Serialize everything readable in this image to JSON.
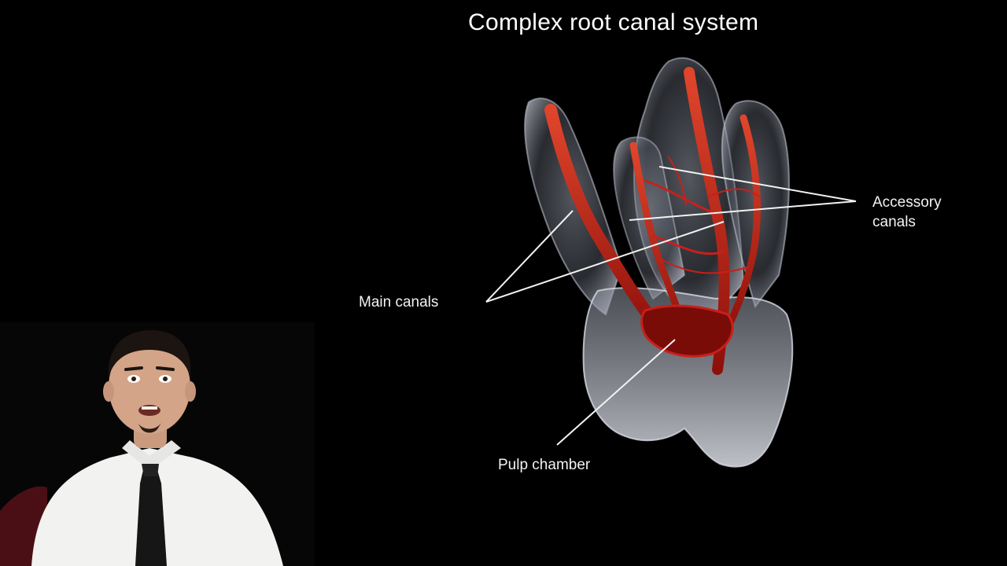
{
  "title": "Complex root canal system",
  "labels": {
    "main_canals": "Main canals",
    "accessory_canals_line1": "Accessory",
    "accessory_canals_line2": "canals",
    "pulp_chamber": "Pulp chamber"
  },
  "colors": {
    "background": "#000000",
    "canal_red": "#c8201a",
    "tooth_glass": "#c9ccd8",
    "leader_line": "#f2f2f2"
  }
}
